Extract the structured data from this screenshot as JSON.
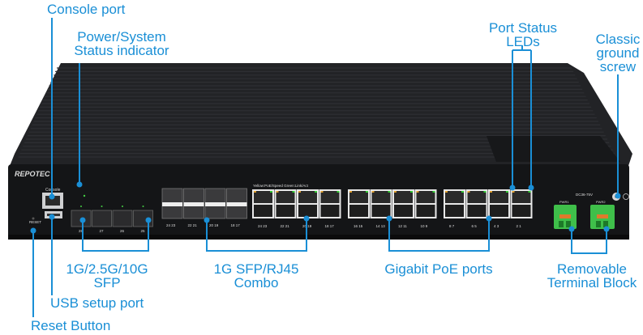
{
  "annotations": {
    "console_port": "Console port",
    "power_status_line1": "Power/System",
    "power_status_line2": "Status indicator",
    "port_status_line1": "Port Status",
    "port_status_line2": "LEDs",
    "ground_line1": "Classic",
    "ground_line2": "ground",
    "ground_line3": "screw",
    "sfp_line1": "1G/2.5G/10G",
    "sfp_line2": "SFP",
    "combo_line1": "1G SFP/RJ45",
    "combo_line2": "Combo",
    "poe": "Gigabit PoE ports",
    "terminal_line1": "Removable",
    "terminal_line2": "Terminal Block",
    "usb": "USB setup port",
    "reset": "Reset Button"
  },
  "device": {
    "brand": "REPOTEC",
    "console_label": "Console",
    "reset_label": "RESET",
    "led_legend": "Yellow:PoE/Speed Green:Link/Act",
    "power_label": "DC36-75V",
    "pwr1": "PWR1",
    "pwr2": "PWR2",
    "sfp_ports": [
      "28",
      "27",
      "26",
      "25"
    ],
    "combo_ports": [
      "24 23",
      "22 21",
      "20 19",
      "18 17"
    ],
    "rj45_ports": [
      "24 23",
      "22 21",
      "20 19",
      "18 17",
      "16 15",
      "14 13",
      "12 11",
      "10 9",
      "8 7",
      "6 5",
      "4 3",
      "2 1"
    ]
  },
  "colors": {
    "accent": "#1a8fd6",
    "chassis": "#1b1c1e",
    "terminal": "#3fbf4a"
  }
}
